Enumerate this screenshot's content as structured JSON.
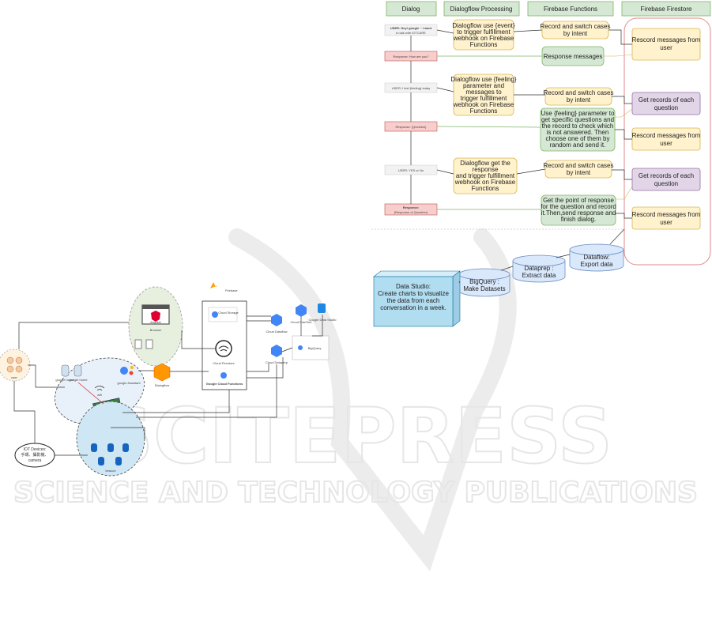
{
  "watermark": {
    "title": "SCITEPRESS",
    "subtitle": "SCIENCE AND TECHNOLOGY PUBLICATIONS"
  },
  "architecture": {
    "user_label": "user",
    "angular_label": "Angular",
    "browser_label": "Browser",
    "firebase_label": "Firebase",
    "cloud_storage": "Cloud Storage",
    "cloud_firestore": "Cloud Firestore",
    "cloud_functions": "Google Cloud Functions",
    "cloud_dataflow": "Cloud Dataflow",
    "cloud_pubsub": "Cloud Pub/Sub",
    "cloud_dataprep": "Cloud Dataprep",
    "data_studio_small": "Google Data Studio",
    "bigquery_small": "BigQuery",
    "google_home_1": "google home",
    "google_home_2": "google home",
    "google_assistant": "google Assistant",
    "dialogflow": "Dialogflow",
    "wifi": "wifi",
    "raspberry": "raspberry pi",
    "beacon": "beacon",
    "iot_line1": "IOT Devices:",
    "iot_line2": "手環、攝影機、",
    "iot_line3": "camera"
  },
  "flow": {
    "headers": [
      "Dialog",
      "Dialogflow Processing",
      "Firebase Functions",
      "Firebase Firestore"
    ],
    "user1_a": "USER: Hey! google ~ I want",
    "user1_b": "to talk with IOTCARE",
    "response1": "Response: How are you?",
    "user2": "USER: I feel {feeling} today",
    "response2": "Response: {Question}",
    "user3": "USER: YES or No",
    "response3_a": "Response:",
    "response3_b": "{Response of Question}",
    "dp1": [
      "Dialogflow use {event}",
      "to trigger fulfillment",
      "webhook on Firebase",
      "Functions"
    ],
    "dp2": [
      "Dialogflow use {feeling}",
      "parameter and",
      "messages to",
      "trigger fulfillment",
      "webhook on Firebase",
      "Functions"
    ],
    "dp3": [
      "Dialogflow get the",
      "response",
      "and trigger fulfillment",
      "webhook on Firebase",
      "Functions"
    ],
    "ff1": [
      "Record and switch cases",
      "by intent"
    ],
    "ff_resp": "Response messages",
    "ff2": [
      "Record and switch cases",
      "by intent"
    ],
    "ff3": [
      "Use {feeling} parameter to",
      "get specific questions and",
      "the record to check which",
      "is not answered. Then",
      "choose one of them by",
      "random and send it."
    ],
    "ff4": [
      "Record and switch cases",
      "by intent"
    ],
    "ff5": [
      "Get the point of response",
      "for the question and record",
      "it.Then,send response and",
      "finish dialog."
    ],
    "fs1": [
      "Rescord messages from",
      "user"
    ],
    "fs2": [
      "Get records of each",
      "question"
    ],
    "fs3": [
      "Rescord messages from",
      "user"
    ],
    "fs4": [
      "Get records of each",
      "question"
    ],
    "fs5": [
      "Rescord messages from",
      "user"
    ]
  },
  "pipeline": {
    "dataflow": [
      "Dataflow:",
      "Export data"
    ],
    "dataprep": [
      "Dataprep :",
      "Extract data"
    ],
    "bigquery": [
      "BigQuery :",
      "Make Datasets"
    ],
    "datastudio": [
      "Data Studio:",
      "Create charts to visualize",
      "the data from each",
      "conversation in a week."
    ]
  },
  "colors": {
    "header_green": "#d5e8d4",
    "yellow_box": "#fff2cc",
    "yellow_stroke": "#d6b656",
    "green_box": "#d5e8d4",
    "green_stroke": "#82b366",
    "purple_box": "#e1d5e7",
    "purple_stroke": "#9673a6",
    "pink_box": "#f8cecc",
    "pink_stroke": "#b85450",
    "blue_box": "#dae8fc",
    "studio_blue": "#b1ddf0"
  }
}
